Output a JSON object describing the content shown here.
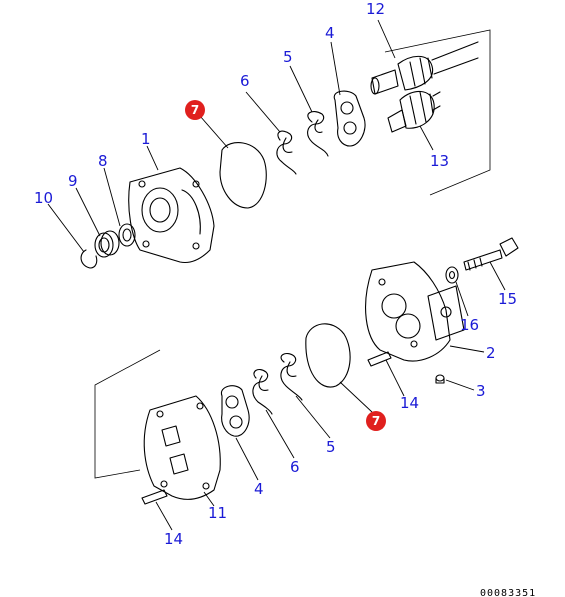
{
  "labels": {
    "l12": "12",
    "l4a": "4",
    "l5a": "5",
    "l6a": "6",
    "l7a": "7",
    "l1": "1",
    "l13": "13",
    "l8": "8",
    "l9": "9",
    "l10": "10",
    "l15": "15",
    "l16": "16",
    "l2": "2",
    "l3": "3",
    "l14a": "14",
    "l7b": "7",
    "l5b": "5",
    "l6b": "6",
    "l4b": "4",
    "l11": "11",
    "l14b": "14"
  },
  "highlight_color": "#e0201e",
  "label_color": "#1a1ad6",
  "drawing_code": "00083351"
}
